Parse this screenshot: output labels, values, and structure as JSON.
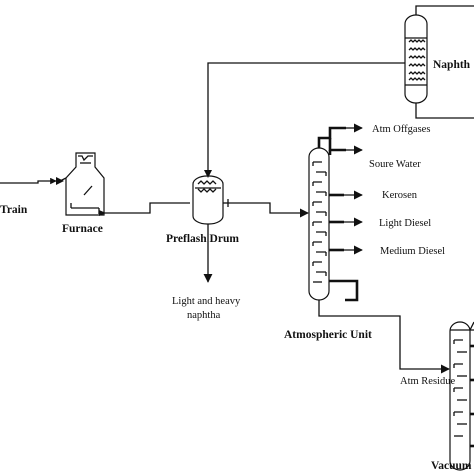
{
  "labels": {
    "train": "Train",
    "furnace": "Furnace",
    "preflash_drum": "Preflash Drum",
    "light_heavy_naphtha_1": "Light and heavy",
    "light_heavy_naphtha_2": "naphtha",
    "naphtha": "Naphth",
    "atm_offgases": "Atm Offgases",
    "soure_water": "Soure Water",
    "kerosen": "Kerosen",
    "light_diesel": "Light Diesel",
    "medium_diesel": "Medium Diesel",
    "atmospheric_unit": "Atmospheric Unit",
    "atm_residue": "Atm Residue",
    "vacuum": "Vacuum"
  }
}
